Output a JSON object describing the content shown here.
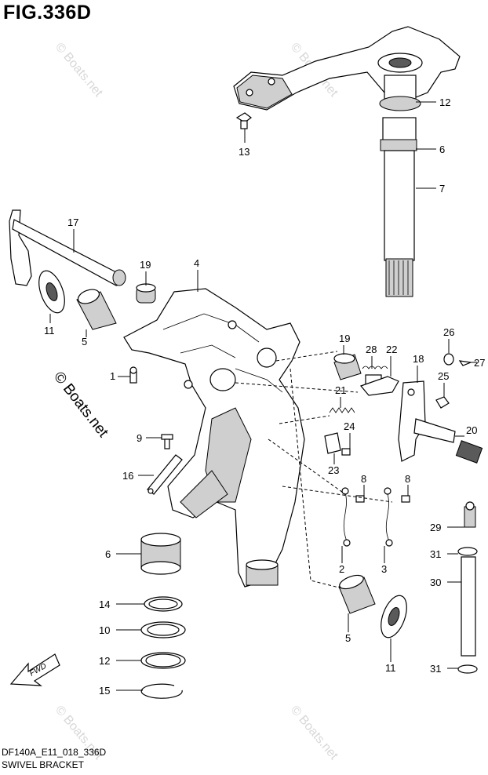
{
  "figure": {
    "title": "FIG.336D",
    "code": "DF140A_E11_018_336D",
    "name": "SWIVEL BRACKET",
    "fwd_label": "FWD"
  },
  "watermark": {
    "main": "© Boats.net",
    "faint": "© Boats.net"
  },
  "callouts": [
    {
      "label": "12"
    },
    {
      "label": "6"
    },
    {
      "label": "7"
    },
    {
      "label": "13"
    },
    {
      "label": "17"
    },
    {
      "label": "19"
    },
    {
      "label": "4"
    },
    {
      "label": "11"
    },
    {
      "label": "5"
    },
    {
      "label": "1"
    },
    {
      "label": "9"
    },
    {
      "label": "16"
    },
    {
      "label": "6"
    },
    {
      "label": "14"
    },
    {
      "label": "10"
    },
    {
      "label": "12"
    },
    {
      "label": "15"
    },
    {
      "label": "19"
    },
    {
      "label": "28"
    },
    {
      "label": "22"
    },
    {
      "label": "18"
    },
    {
      "label": "26"
    },
    {
      "label": "27"
    },
    {
      "label": "25"
    },
    {
      "label": "21"
    },
    {
      "label": "24"
    },
    {
      "label": "20"
    },
    {
      "label": "23"
    },
    {
      "label": "8"
    },
    {
      "label": "8"
    },
    {
      "label": "2"
    },
    {
      "label": "3"
    },
    {
      "label": "5"
    },
    {
      "label": "11"
    },
    {
      "label": "29"
    },
    {
      "label": "31"
    },
    {
      "label": "30"
    },
    {
      "label": "31"
    }
  ]
}
